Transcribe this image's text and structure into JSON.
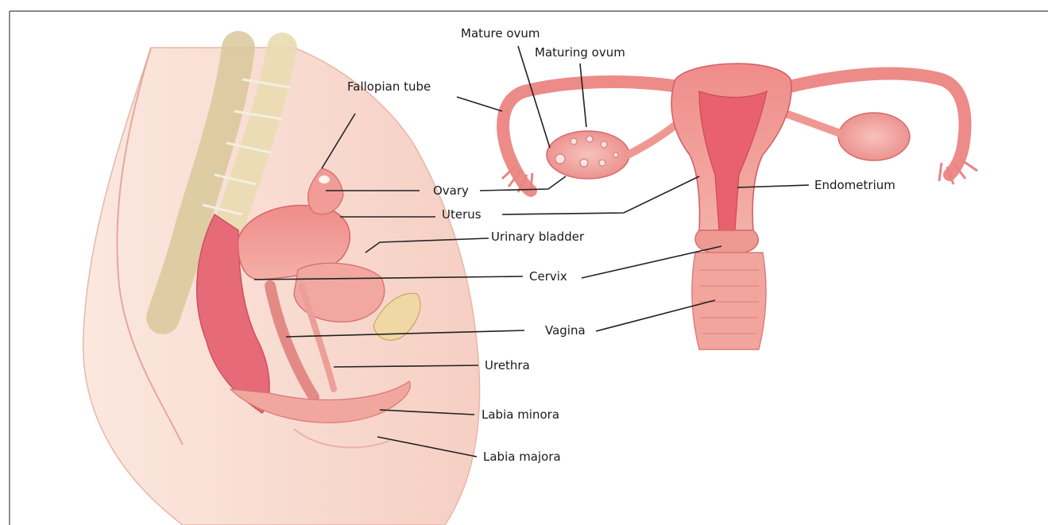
{
  "labels": {
    "mature_ovum": "Mature ovum",
    "maturing_ovum": "Maturing ovum",
    "fallopian_tube": "Fallopian tube",
    "ovary": "Ovary",
    "uterus": "Uterus",
    "urinary_bladder": "Urinary bladder",
    "cervix": "Cervix",
    "vagina": "Vagina",
    "urethra": "Urethra",
    "labia_minora": "Labia minora",
    "labia_majora": "Labia majora",
    "endometrium": "Endometrium"
  },
  "colors": {
    "tissue_light": "#f7c9bf",
    "tissue_mid": "#ef9a92",
    "tissue_dark": "#e4606a",
    "skin": "#fbe6dc",
    "spine": "#e6dcb8",
    "ovary": "#f2a6a2"
  }
}
